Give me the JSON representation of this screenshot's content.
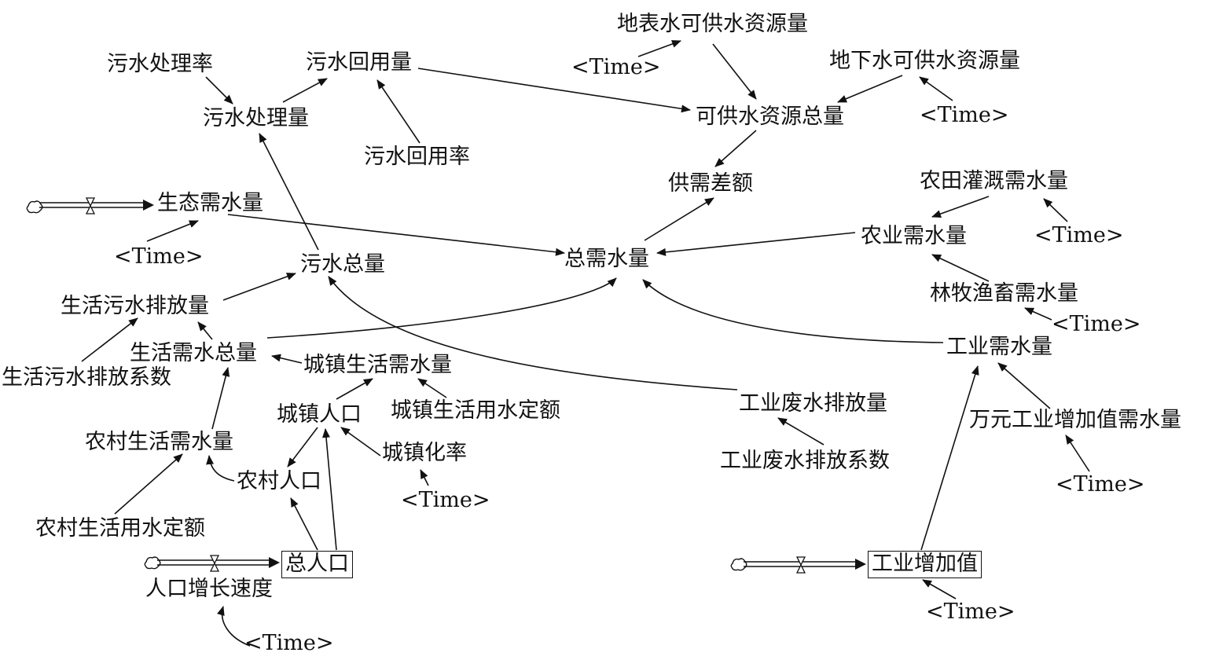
{
  "nodes": {
    "surface_water": "地表水可供水资源量",
    "ground_water": "地下水可供水资源量",
    "sewage_treat_rate": "污水处理率",
    "sewage_reuse_qty": "污水回用量",
    "sewage_treat_qty": "污水处理量",
    "sewage_reuse_rate": "污水回用率",
    "total_supply": "可供水资源总量",
    "supply_demand_gap": "供需差额",
    "farmland_irrigation": "农田灌溉需水量",
    "eco_demand": "生态需水量",
    "agri_demand": "农业需水量",
    "sewage_total": "污水总量",
    "total_demand": "总需水量",
    "forest_livestock": "林牧渔畜需水量",
    "domestic_sewage": "生活污水排放量",
    "domestic_total": "生活需水总量",
    "domestic_sewage_coef": "生活污水排放系数",
    "urban_domestic": "城镇生活需水量",
    "industry_demand": "工业需水量",
    "industry_wastewater": "工业废水排放量",
    "urban_population": "城镇人口",
    "urban_quota": "城镇生活用水定额",
    "rural_domestic": "农村生活需水量",
    "urbanization_rate": "城镇化率",
    "per_10k_industry": "万元工业增加值需水量",
    "rural_population": "农村人口",
    "industry_wastewater_coef": "工业废水排放系数",
    "rural_quota": "农村生活用水定额",
    "total_population": "总人口",
    "industry_added_value": "工业增加值",
    "population_growth": "人口增长速度"
  },
  "time_label": "<Time>"
}
